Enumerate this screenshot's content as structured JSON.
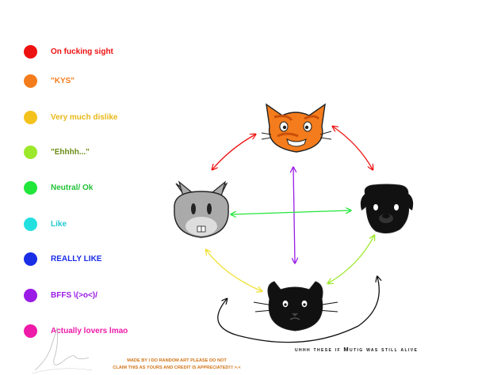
{
  "legend": [
    {
      "label": "On fucking sight",
      "color": "#ee1111"
    },
    {
      "label": "\"KYS\"",
      "color": "#f47c1c"
    },
    {
      "label": "Very much dislike",
      "color": "#f4c21c"
    },
    {
      "label": "\"Ehhhh...\"",
      "color": "#9ce82a"
    },
    {
      "label": "Neutral/ Ok",
      "color": "#22e63a"
    },
    {
      "label": "Like",
      "color": "#22e0e0"
    },
    {
      "label": "REALLY LIKE",
      "color": "#1a2ee6"
    },
    {
      "label": "BFFS \\(>o<)/",
      "color": "#9a1ae6"
    },
    {
      "label": "Actually lovers lmao",
      "color": "#ee1aa8"
    }
  ],
  "legend_text_colors": [
    "#ee1111",
    "#f47c1c",
    "#e8b81a",
    "#6a8c14",
    "#22c238",
    "#22c8d0",
    "#1a2ee6",
    "#9a1ae6",
    "#ee1aa8"
  ],
  "characters": [
    {
      "name": "orange-cat",
      "color": "#f47c1c"
    },
    {
      "name": "gray-rabbit",
      "color": "#aaaaaa"
    },
    {
      "name": "black-dog",
      "color": "#111111"
    },
    {
      "name": "black-cat",
      "color": "#111111"
    }
  ],
  "caption": "uhhh these if Mutig was still alive",
  "credit_line1": "MADE BY I DO RANDOM ART PLEASE DO NOT",
  "credit_line2": "CLAIM THIS AS YOURS AND CREDIT IS APPRECIATED!!! >.<"
}
